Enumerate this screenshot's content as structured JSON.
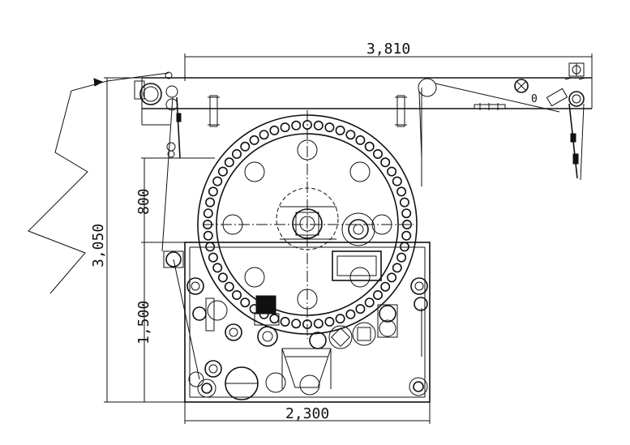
{
  "drawing": {
    "dimensions": {
      "overall_width": "3,810",
      "base_width": "2,300",
      "overall_height": "3,050",
      "upper_height": "800",
      "lower_height": "1,500"
    },
    "marker_label": "0"
  }
}
